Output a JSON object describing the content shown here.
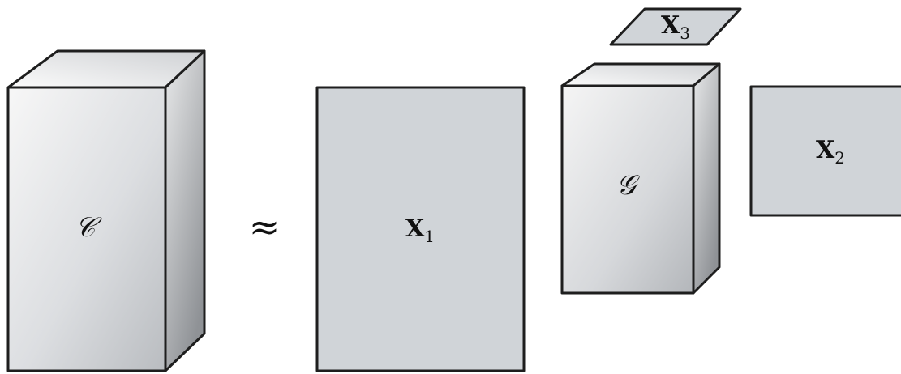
{
  "tensor": {
    "label": "𝒞"
  },
  "approx_symbol": "≈",
  "factor_1": {
    "base": "X",
    "sub": "1"
  },
  "core": {
    "label": "𝒢"
  },
  "factor_2": {
    "base": "X",
    "sub": "2"
  },
  "factor_3": {
    "base": "X",
    "sub": "3"
  },
  "colors": {
    "face": "#d0d4d8",
    "face_light": "#f4f4f4",
    "edge": "#1e1e1e"
  }
}
